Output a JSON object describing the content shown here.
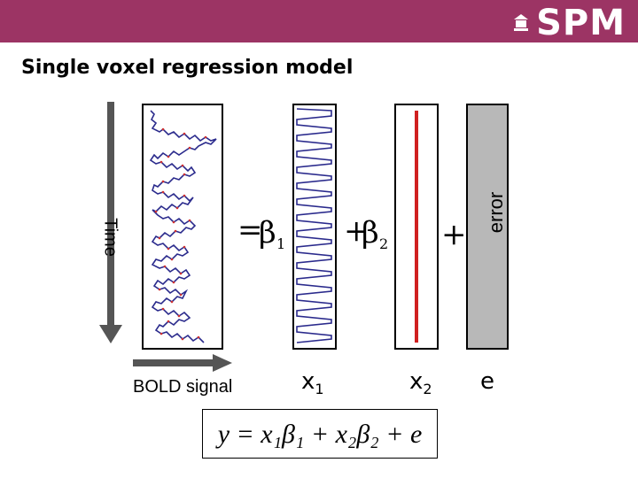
{
  "header": {
    "logo_text": "SPM",
    "bar_color": "#9c3464"
  },
  "slide": {
    "title": "Single voxel regression model"
  },
  "labels": {
    "time": "Time",
    "bold_signal": "BOLD signal",
    "error": "error",
    "equals": "=",
    "plus_1": "+",
    "plus_2": "+",
    "beta": "β",
    "beta1_sub": "1",
    "beta2_sub": "2",
    "x_label": "x",
    "x1_sub": "1",
    "x2_sub": "2",
    "e_label": "e"
  },
  "equation": {
    "text": "y = x₁β₁ + x₂β₂ + e"
  },
  "colors": {
    "signal_line": "#2a2a8c",
    "signal_dots": "#d03030",
    "constant_regressor": "#d02020",
    "error_fill": "#b8b8b8",
    "arrow": "#555555"
  }
}
